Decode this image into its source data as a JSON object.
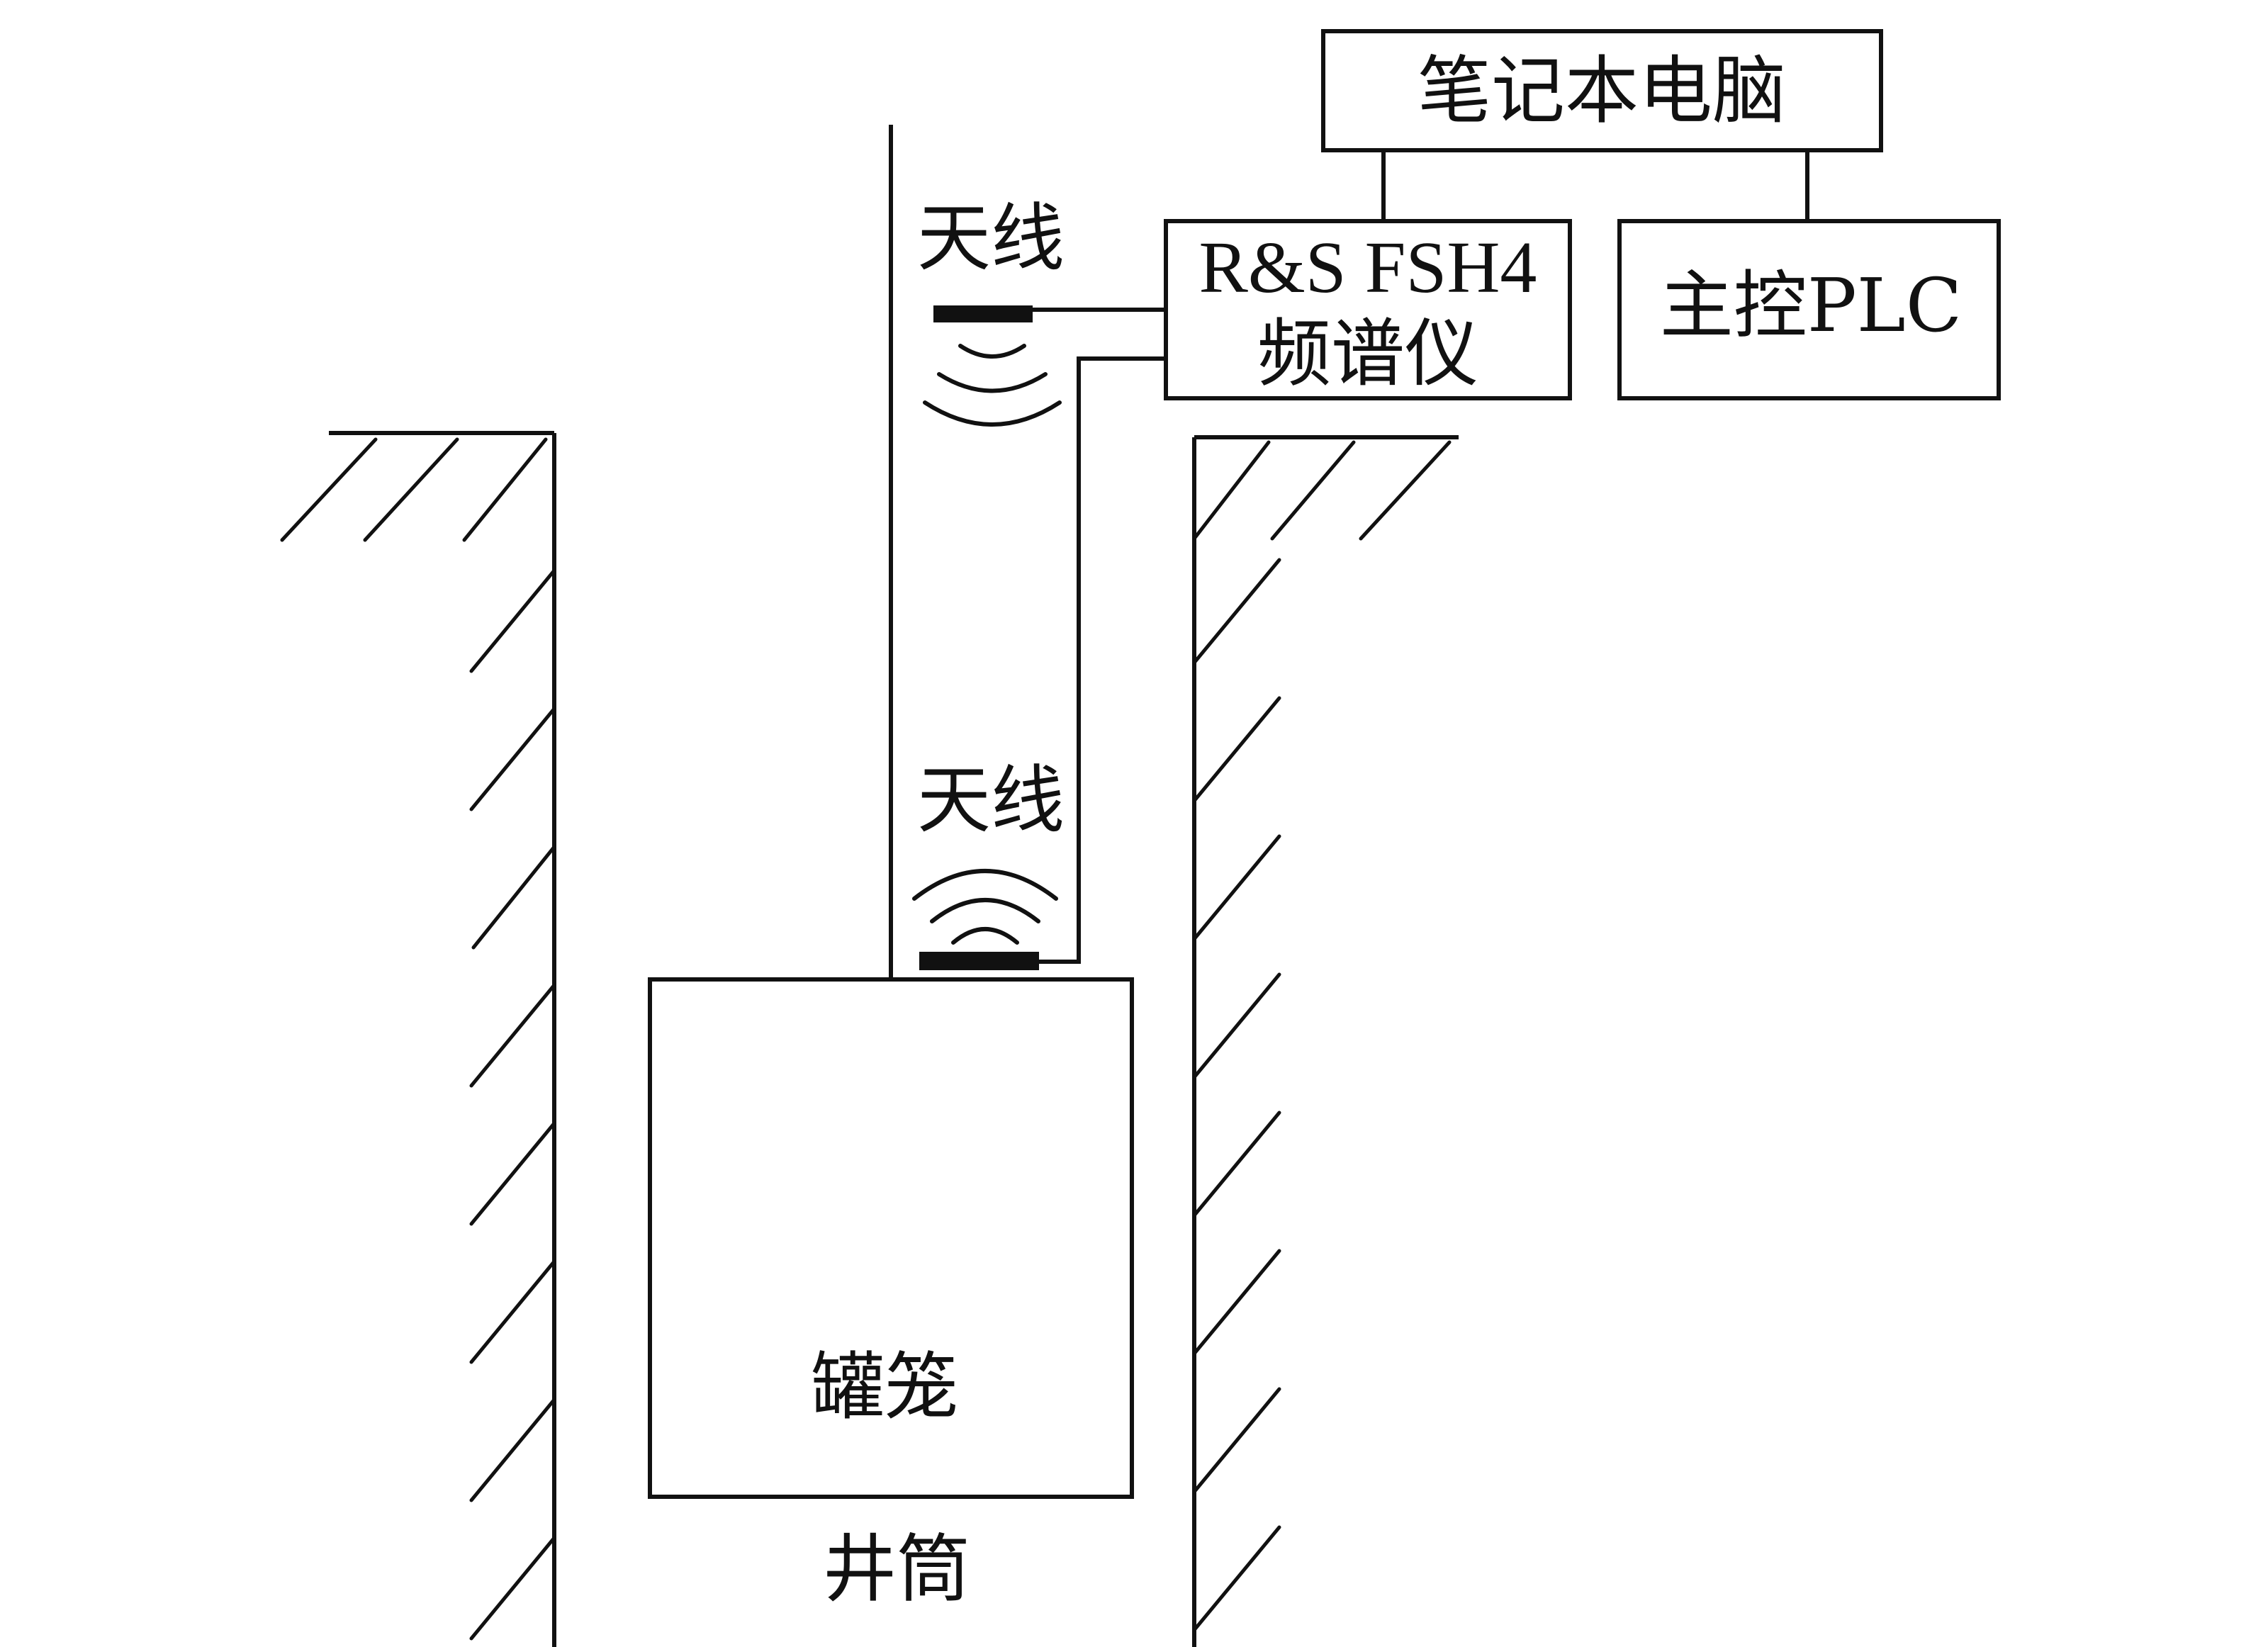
{
  "labels": {
    "laptop": "笔记本电脑",
    "analyzer_line1": "R&S FSH4",
    "analyzer_line2": "频谱仪",
    "plc": "主控PLC",
    "antenna_top": "天线",
    "antenna_bottom": "天线",
    "cage": "罐笼",
    "shaft": "井筒"
  },
  "colors": {
    "line": "#111111",
    "background": "#ffffff"
  }
}
